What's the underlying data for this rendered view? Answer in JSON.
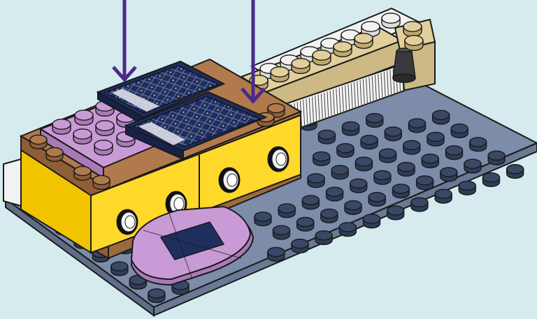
{
  "diagram": {
    "kind": "building-instruction-step",
    "arrows": [
      {
        "name": "arrow-left",
        "points_to": "printed-tile-left"
      },
      {
        "name": "arrow-right",
        "points_to": "printed-tile-right"
      }
    ]
  },
  "colors": {
    "background": "#d6ebed",
    "baseplate": "#7d8ca8",
    "stud": "#3a4866",
    "white_brick": "#f2f2f2",
    "tan_brick": "#e2cf9c",
    "brown_brick": "#b07a4c",
    "lavender": "#c99bd6",
    "yellow": "#ffd92a",
    "navy_tile": "#1f2e5c",
    "arrow": "#4a2a8c",
    "outline": "#1a1a1a"
  }
}
